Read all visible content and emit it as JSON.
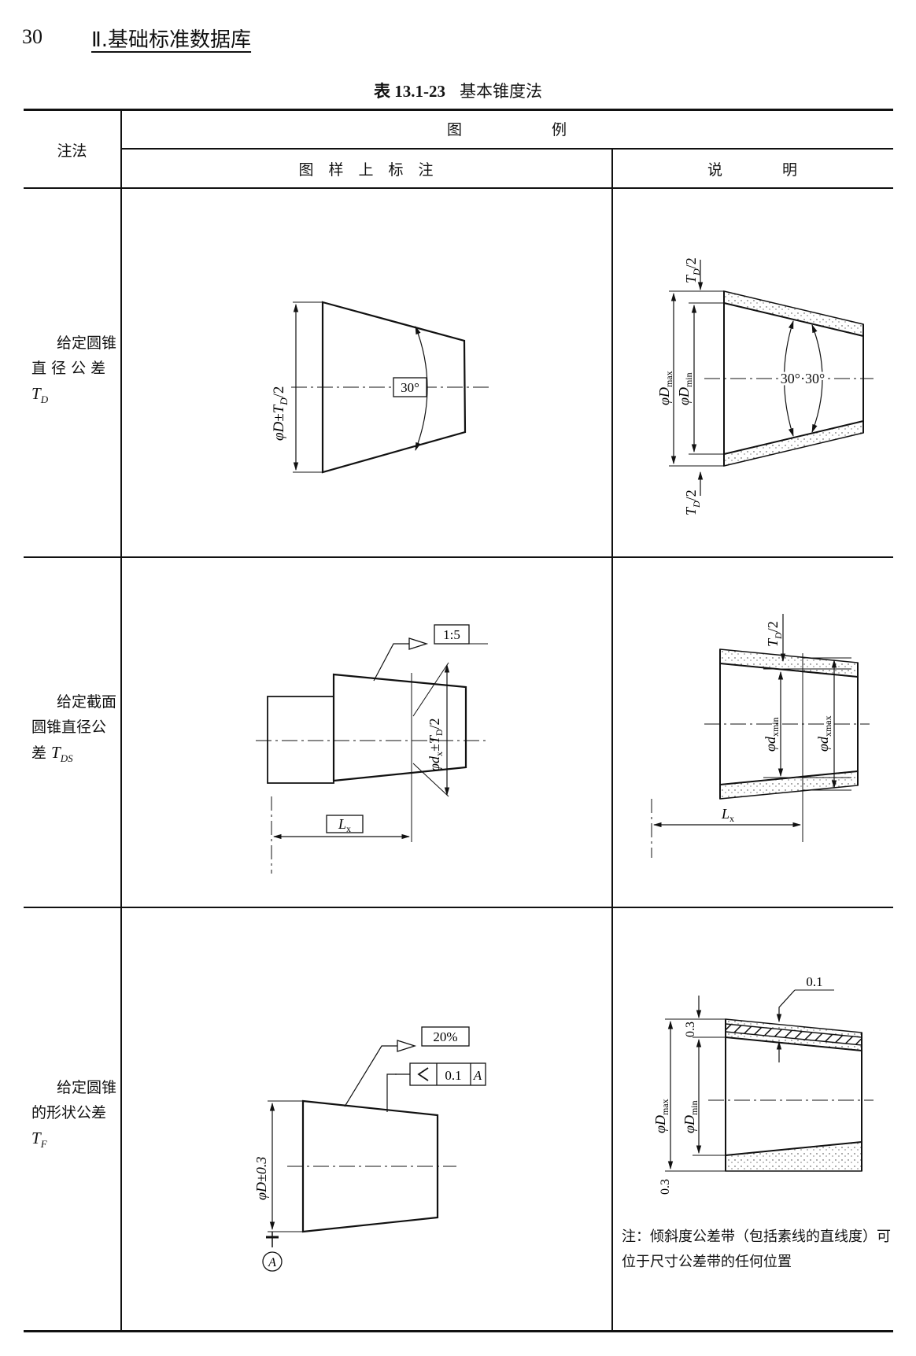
{
  "page": {
    "number": "30",
    "running_head": "Ⅱ.基础标准数据库"
  },
  "caption": {
    "number": "表 13.1-23",
    "title": "基本锥度法"
  },
  "table": {
    "headers": {
      "method": "注法",
      "figures": "图　　　　　　例",
      "drawing": "图　样　上　标　注",
      "explanation": "说　　　　明"
    },
    "rows": [
      {
        "method_line1": "给定圆锥",
        "method_line2": "直 径 公 差",
        "method_symbol": "T",
        "method_sub": "D",
        "drawing": {
          "dim": "φD±T",
          "dim_sub": "D",
          "dim_tail": "/2",
          "angle_box": "30°"
        },
        "explanation": {
          "top_tol": "T",
          "top_tol_sub": "D",
          "top_tol_tail": "/2",
          "dmax": "φD",
          "dmax_sub": "max",
          "dmin": "φD",
          "dmin_sub": "min",
          "angles": "30°·30°",
          "bot_tol": "T",
          "bot_tol_sub": "D",
          "bot_tol_tail": "/2"
        }
      },
      {
        "method_line1": "给定截面",
        "method_line2": "圆锥直径公",
        "method_prefix": "差 ",
        "method_symbol": "T",
        "method_sub": "DS",
        "drawing": {
          "taper_box": "1:5",
          "dim": "φd",
          "dim_sub": "x",
          "dim_mid": "±T",
          "dim_sub2": "D",
          "dim_tail": "/2",
          "lx": "L",
          "lx_sub": "x"
        },
        "explanation": {
          "top_tol": "T",
          "top_tol_sub": "D",
          "top_tol_tail": "/2",
          "dxmin": "φd",
          "dxmin_sub": "xmin",
          "dxmax": "φd",
          "dxmax_sub": "xmax",
          "lx": "L",
          "lx_sub": "x"
        }
      },
      {
        "method_line1": "给定圆锥",
        "method_line2": "的形状公差",
        "method_symbol": "T",
        "method_sub": "F",
        "drawing": {
          "taper_box": "20%",
          "tol_value": "0.1",
          "datum_ref": "A",
          "dim": "φD±0.3",
          "datum_label": "A"
        },
        "explanation": {
          "flat_tol": "0.1",
          "top_tol": "0.3",
          "dmax": "φD",
          "dmax_sub": "max",
          "dmin": "φD",
          "dmin_sub": "min",
          "bot_tol": "0.3",
          "note": "注：倾斜度公差带（包括素线的直线度）可位于尺寸公差带的任何位置"
        }
      }
    ]
  }
}
